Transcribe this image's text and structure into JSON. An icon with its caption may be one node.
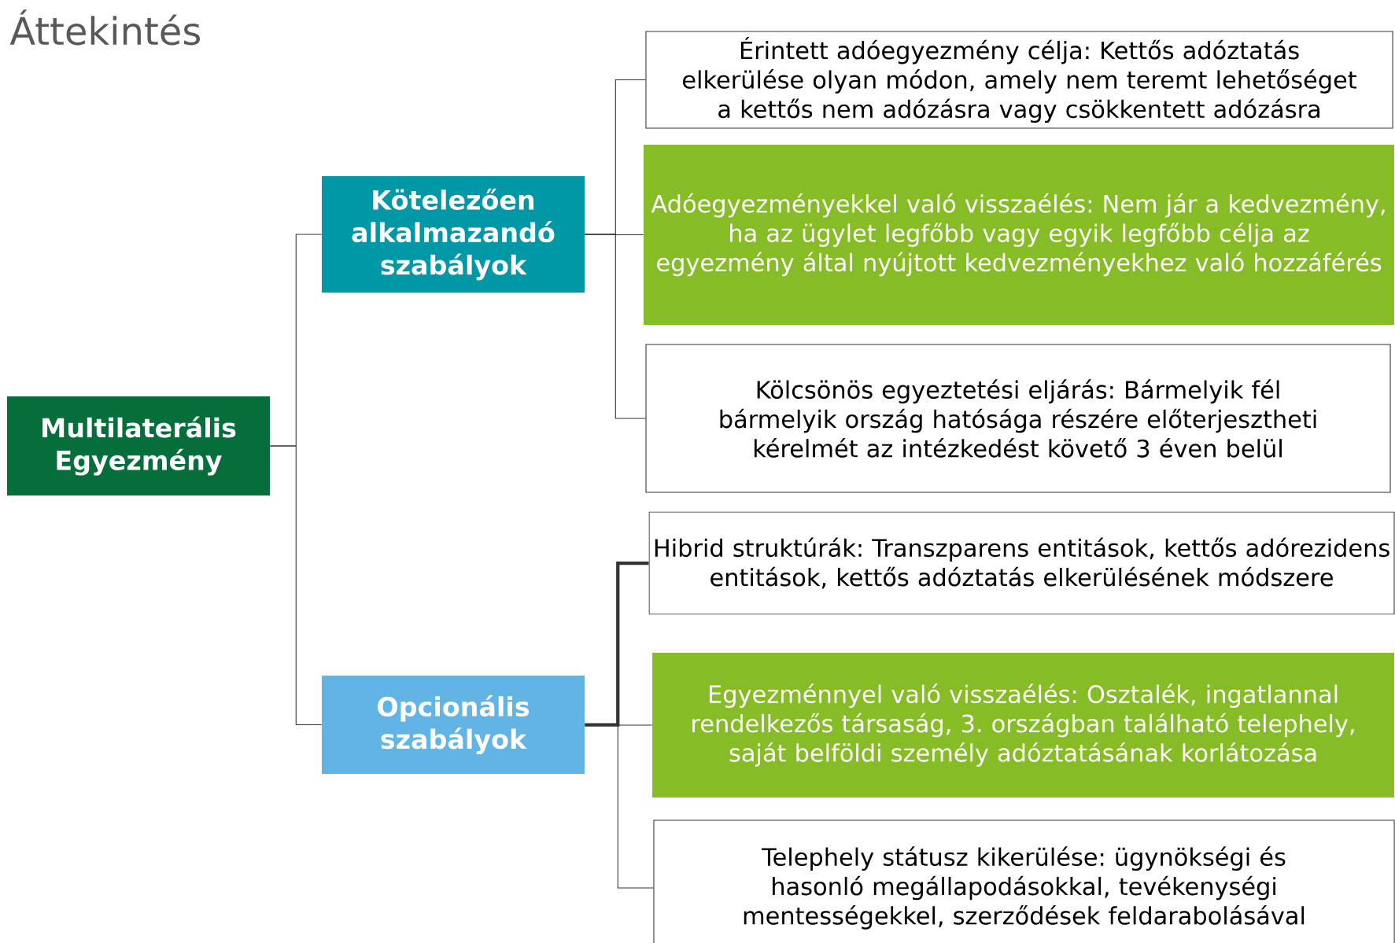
{
  "diagram": {
    "title": "Áttekintés",
    "nodes": [
      {
        "text": [
          "Multilaterális Egyezmény"
        ]
      },
      {
        "text": [
          "Kötelezően alkalmazandó szabályok"
        ]
      },
      {
        "text": [
          "Opcionális szabályok"
        ]
      },
      {
        "text": [
          "Érintett adóegyezmény célja: Kettős adóztatás elkerülése olyan módon, amely nem teremt lehetőséget a kettős nem adózásra vagy csökkentett adózásra"
        ]
      },
      {
        "text": [
          "Adóegyezményekkel való visszaélés: Nem jár a kedvezmény, ha az ügylet legfőbb vagy egyik legfőbb célja az egyezmény által nyújtott kedvezményekhez való hozzáférés"
        ]
      },
      {
        "text": [
          "Kölcsönös egyeztetési eljárás: Bármelyik fél bármelyik ország hatósága részére előterjesztheti kérelmét az intézkedést követő 3 éven belül"
        ]
      },
      {
        "text": [
          "Hibrid struktúrák: Transzparens entitások, kettős adórezidens entitások, kettős adóztatás elkerülésének módszere"
        ]
      },
      {
        "text": [
          "Egyezménnyel való visszaélés: Osztalék, ingatlannal rendelkezős társaság, 3. országban található telephely, saját belföldi személy adóztatásának korlátozása"
        ]
      },
      {
        "text": [
          "Telephely státusz kikerülése: ügynökségi és hasonló megállapodásokkal, tevékenységi mentességekkel, szerződések feldarabolásával"
        ]
      }
    ],
    "edges": [
      {
        "from": 0,
        "to": 1,
        "arrow": "none"
      },
      {
        "from": 0,
        "to": 2,
        "arrow": "none"
      },
      {
        "from": 1,
        "to": 3,
        "arrow": "none"
      },
      {
        "from": 1,
        "to": 4,
        "arrow": "none"
      },
      {
        "from": 1,
        "to": 5,
        "arrow": "none"
      },
      {
        "from": 2,
        "to": 6,
        "arrow": "none",
        "style": "thick"
      },
      {
        "from": 2,
        "to": 7,
        "arrow": "none"
      },
      {
        "from": 2,
        "to": 8,
        "arrow": "none"
      }
    ]
  }
}
